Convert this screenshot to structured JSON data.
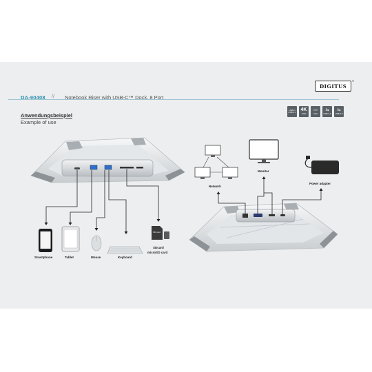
{
  "header": {
    "model": "DA-90408",
    "separator": "//",
    "description": "Notebook Riser with USB-C™ Dock, 8 Port",
    "brand": "DIGITUS",
    "brand_reg": "®"
  },
  "section": {
    "title_de": "Anwendungsbeispiel",
    "title_en": "Example of use"
  },
  "badges": [
    {
      "top": "USB-C",
      "main": "",
      "sub": "USB 3.1"
    },
    {
      "top": "",
      "main": "4K",
      "sub": "UHD"
    },
    {
      "top": "",
      "main": "▭",
      "sub": "Gbit"
    },
    {
      "top": "",
      "main": "⇆",
      "sub": "USB 3.0"
    },
    {
      "top": "",
      "main": "⇆",
      "sub": "USB 3.0"
    }
  ],
  "left_devices": [
    "Smartphone",
    "Tablet",
    "Mouse",
    "Keyboard"
  ],
  "sdcard": {
    "line1": "SDcard",
    "line2": "microSD card",
    "icon_text": "SD card"
  },
  "right_devices": {
    "network": "Network",
    "monitor": "Monitor",
    "power": "Power adapter"
  },
  "colors": {
    "accent": "#2b8fb1",
    "background": "#eceeef"
  }
}
